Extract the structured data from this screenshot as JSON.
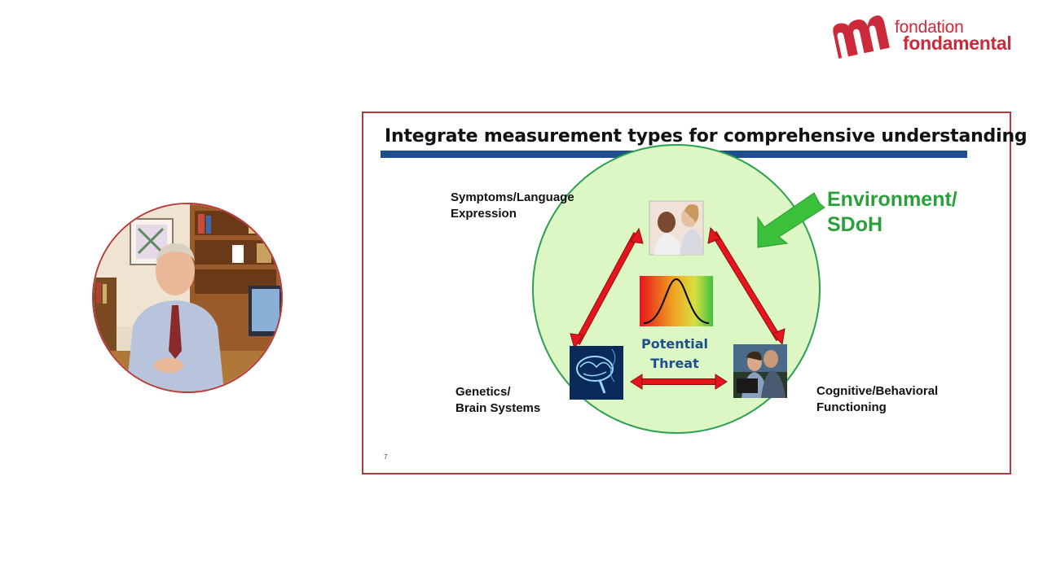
{
  "logo": {
    "line1": "fondation",
    "line2": "fondamental",
    "icon": "m-logo-icon",
    "color": "#cc2a3a"
  },
  "speaker": {
    "icon": "speaker-photo"
  },
  "slide": {
    "title": "Integrate measurement types for comprehensive understanding",
    "slide_number": "7",
    "environment_label_line1": "Environment/",
    "environment_label_line2": "SDoH",
    "center_label_line1": "Potential",
    "center_label_line2": "Threat",
    "nodes": {
      "top": {
        "label_line1": "Symptoms/Language",
        "label_line2": "Expression",
        "icon": "conversation-photo"
      },
      "left": {
        "label_line1": "Genetics/",
        "label_line2": "Brain Systems",
        "icon": "brain-photo"
      },
      "right": {
        "label_line1": "Cognitive/Behavioral",
        "label_line2": "Functioning",
        "icon": "computer-users-photo"
      }
    },
    "colors": {
      "border": "#b33a3a",
      "title_bar": "#1f4e8c",
      "circle_fill": "#dcf7c4",
      "circle_stroke": "#2aa050",
      "arrow": "#e8141c",
      "env_text": "#2aa03a",
      "threat_text": "#1f4e8c"
    }
  }
}
